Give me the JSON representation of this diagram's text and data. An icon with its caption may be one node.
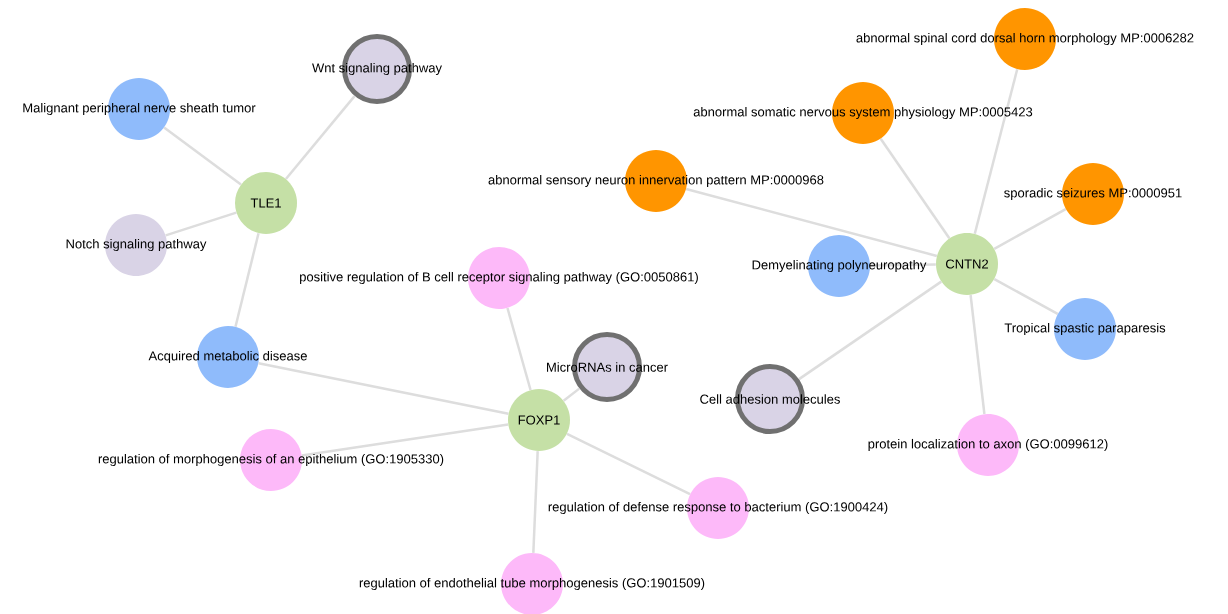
{
  "diagram": {
    "nodes": [
      {
        "text": [
          "Malignant peripheral nerve sheath tumor"
        ]
      },
      {
        "text": [
          "Wnt signaling pathway"
        ]
      },
      {
        "text": [
          "TLE1"
        ]
      },
      {
        "text": [
          "Notch signaling pathway"
        ]
      },
      {
        "text": [
          "Acquired metabolic disease"
        ]
      },
      {
        "text": [
          "positive regulation of B cell receptor signaling pathway (GO:0050861)"
        ]
      },
      {
        "text": [
          "MicroRNAs in cancer"
        ]
      },
      {
        "text": [
          "FOXP1"
        ]
      },
      {
        "text": [
          "regulation of morphogenesis of an epithelium (GO:1905330)"
        ]
      },
      {
        "text": [
          "regulation of defense response to bacterium (GO:1900424)"
        ]
      },
      {
        "text": [
          "regulation of endothelial tube morphogenesis (GO:1901509)"
        ]
      },
      {
        "text": [
          "abnormal spinal cord dorsal horn morphology MP:0006282"
        ]
      },
      {
        "text": [
          "abnormal somatic nervous system physiology MP:0005423"
        ]
      },
      {
        "text": [
          "abnormal sensory neuron innervation pattern MP:0000968"
        ]
      },
      {
        "text": [
          "sporadic seizures MP:0000951"
        ]
      },
      {
        "text": [
          "Demyelinating polyneuropathy"
        ]
      },
      {
        "text": [
          "CNTN2"
        ]
      },
      {
        "text": [
          "Tropical spastic paraparesis"
        ]
      },
      {
        "text": [
          "Cell adhesion molecules"
        ]
      },
      {
        "text": [
          "protein localization to axon (GO:0099612)"
        ]
      }
    ],
    "edges": [
      {
        "from": 2,
        "to": 0,
        "arrow": "none"
      },
      {
        "from": 2,
        "to": 1,
        "arrow": "none"
      },
      {
        "from": 2,
        "to": 3,
        "arrow": "none"
      },
      {
        "from": 2,
        "to": 4,
        "arrow": "none"
      },
      {
        "from": 7,
        "to": 4,
        "arrow": "none"
      },
      {
        "from": 7,
        "to": 5,
        "arrow": "none"
      },
      {
        "from": 7,
        "to": 6,
        "arrow": "none"
      },
      {
        "from": 7,
        "to": 8,
        "arrow": "none"
      },
      {
        "from": 7,
        "to": 9,
        "arrow": "none"
      },
      {
        "from": 7,
        "to": 10,
        "arrow": "none"
      },
      {
        "from": 16,
        "to": 11,
        "arrow": "none"
      },
      {
        "from": 16,
        "to": 12,
        "arrow": "none"
      },
      {
        "from": 16,
        "to": 13,
        "arrow": "none"
      },
      {
        "from": 16,
        "to": 14,
        "arrow": "none"
      },
      {
        "from": 16,
        "to": 15,
        "arrow": "none"
      },
      {
        "from": 16,
        "to": 17,
        "arrow": "none"
      },
      {
        "from": 16,
        "to": 18,
        "arrow": "none"
      },
      {
        "from": 16,
        "to": 19,
        "arrow": "none"
      }
    ]
  }
}
